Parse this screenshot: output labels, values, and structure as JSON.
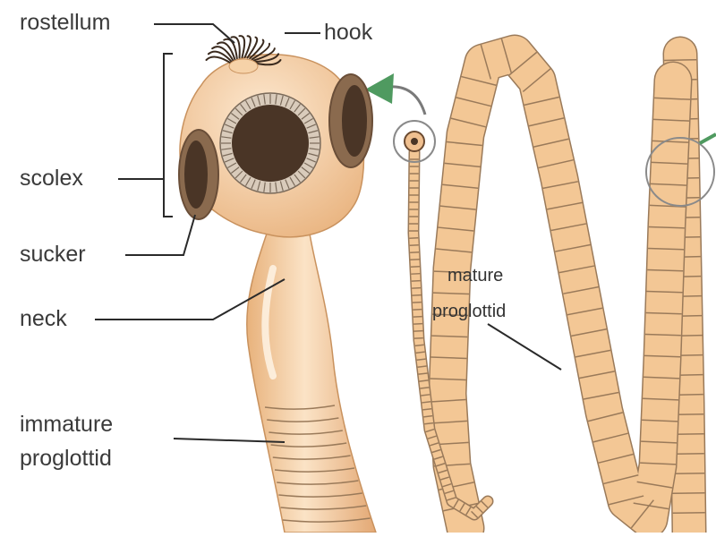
{
  "labels": {
    "rostellum": "rostellum",
    "hook": "hook",
    "scolex": "scolex",
    "sucker": "sucker",
    "neck": "neck",
    "immature_l1": "immature",
    "immature_l2": "proglottid",
    "mature_l1": "mature",
    "mature_l2": "proglottid"
  },
  "colors": {
    "body": "#f3c795",
    "body_light": "#fbe3c6",
    "segment_line": "#9a7a5a",
    "sucker_dark": "#4a3526",
    "sucker_ring": "#c9b9a6",
    "arrow": "#4f9a60",
    "leader": "#2a2a2a"
  }
}
